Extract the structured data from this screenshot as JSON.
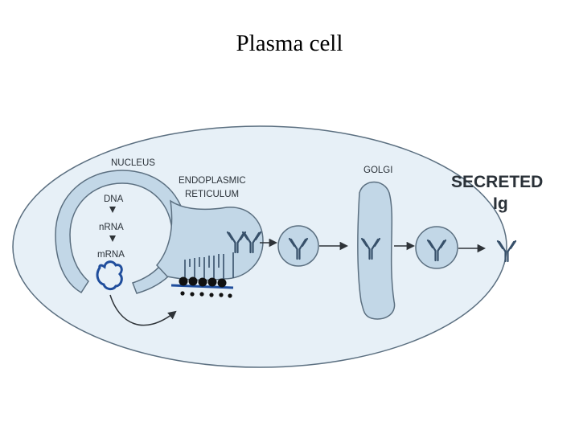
{
  "title": "Plasma cell",
  "labels": {
    "nucleus": "NUCLEUS",
    "dna": "DNA",
    "nrna": "nRNA",
    "mrna": "mRNA",
    "er_line1": "ENDOPLASMIC",
    "er_line2": "RETICULUM",
    "golgi": "GOLGI",
    "secreted_line1": "SECRETED",
    "secreted_line2": "Ig"
  },
  "colors": {
    "cell_fill": "#e7f0f7",
    "organelle_fill": "#c2d7e7",
    "outline": "#5b6f80",
    "antibody": "#37506a",
    "ribosome": "#111111",
    "membrane_line": "#1f4d9c",
    "arrow": "#2e3338"
  }
}
